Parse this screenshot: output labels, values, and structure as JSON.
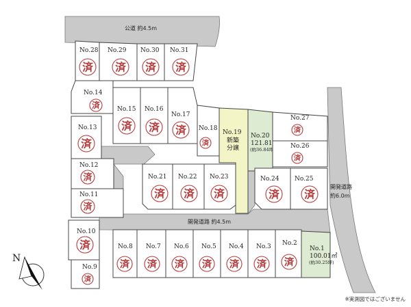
{
  "roads": {
    "public": "公道 約4.5m",
    "development_east": "開発道路\n約6.0m",
    "development_main": "開発道路 約4.5m"
  },
  "compass": {
    "letter": "N"
  },
  "stamp_label": "済",
  "note": "※実測図ではございません",
  "lots": [
    {
      "id": "28",
      "label": "No.28",
      "status": "sold"
    },
    {
      "id": "29",
      "label": "No.29",
      "status": "sold"
    },
    {
      "id": "30",
      "label": "No.30",
      "status": "sold"
    },
    {
      "id": "31",
      "label": "No.31",
      "status": "sold"
    },
    {
      "id": "14",
      "label": "No.14",
      "status": "sold"
    },
    {
      "id": "15",
      "label": "No.15",
      "status": "sold"
    },
    {
      "id": "16",
      "label": "No.16",
      "status": "sold"
    },
    {
      "id": "17",
      "label": "No.17",
      "status": "sold"
    },
    {
      "id": "18",
      "label": "No.18",
      "status": "sold"
    },
    {
      "id": "19",
      "label": "No.19",
      "status": "new",
      "info": "新築\n分譲"
    },
    {
      "id": "20",
      "label": "No.20",
      "status": "sale",
      "area": "121.81㎡",
      "tsubo": "(約36.84坪)"
    },
    {
      "id": "27",
      "label": "No.27",
      "status": "sold"
    },
    {
      "id": "26",
      "label": "No.26",
      "status": "sold"
    },
    {
      "id": "13",
      "label": "No.13",
      "status": "sold"
    },
    {
      "id": "12",
      "label": "No.12",
      "status": "sold"
    },
    {
      "id": "11",
      "label": "No.11",
      "status": "sold"
    },
    {
      "id": "21",
      "label": "No.21",
      "status": "sold"
    },
    {
      "id": "22",
      "label": "No.22",
      "status": "sold"
    },
    {
      "id": "23",
      "label": "No.23",
      "status": "sold"
    },
    {
      "id": "24",
      "label": "No.24",
      "status": "sold"
    },
    {
      "id": "25",
      "label": "No.25",
      "status": "sold"
    },
    {
      "id": "10",
      "label": "No.10",
      "status": "sold"
    },
    {
      "id": "9",
      "label": "No.9",
      "status": "sold"
    },
    {
      "id": "8",
      "label": "No.8",
      "status": "sold"
    },
    {
      "id": "7",
      "label": "No.7",
      "status": "sold"
    },
    {
      "id": "6",
      "label": "No.6",
      "status": "sold"
    },
    {
      "id": "5",
      "label": "No.5",
      "status": "sold"
    },
    {
      "id": "4",
      "label": "No.4",
      "status": "sold"
    },
    {
      "id": "3",
      "label": "No.3",
      "status": "sold"
    },
    {
      "id": "2",
      "label": "No.2",
      "status": "sold"
    },
    {
      "id": "1",
      "label": "No.1",
      "status": "sale",
      "area": "100.01㎡",
      "tsubo": "(約30.25坪)"
    }
  ]
}
